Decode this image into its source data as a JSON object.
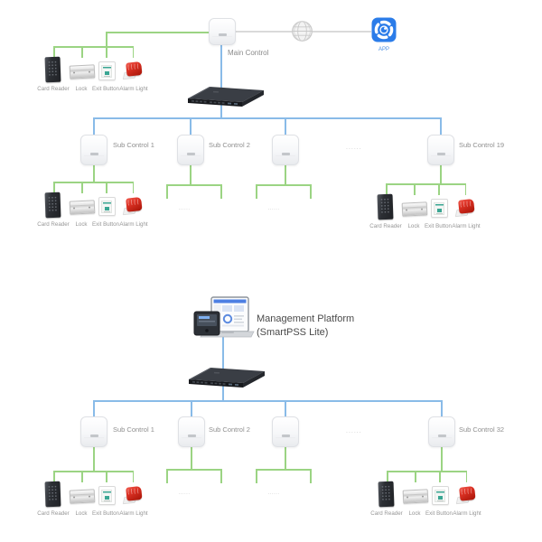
{
  "colors": {
    "line_green": "#9bd483",
    "line_blue": "#89bbe8",
    "line_gray": "#dadada",
    "app_blue": "#2b7ce9",
    "label_gray": "#8f8f8f"
  },
  "top": {
    "main_control_label": "Main Control",
    "app_label": "APP",
    "row_ellipsis": "......",
    "branch_ellipsis": "......",
    "sub1_label": "Sub Control 1",
    "sub2_label": "Sub Control 2",
    "sub19_label": "Sub Control 19",
    "peripherals": {
      "card_reader": "Card Reader",
      "lock": "Lock",
      "exit_button": "Exit Button",
      "alarm_light": "Alarm Light"
    }
  },
  "bottom": {
    "platform_line1": "Management Platform",
    "platform_line2": "(SmartPSS Lite)",
    "row_ellipsis": "......",
    "branch_ellipsis": "......",
    "sub1_label": "Sub Control 1",
    "sub2_label": "Sub Control 2",
    "sub32_label": "Sub Control 32",
    "peripherals": {
      "card_reader": "Card Reader",
      "lock": "Lock",
      "exit_button": "Exit Button",
      "alarm_light": "Alarm Light"
    }
  }
}
